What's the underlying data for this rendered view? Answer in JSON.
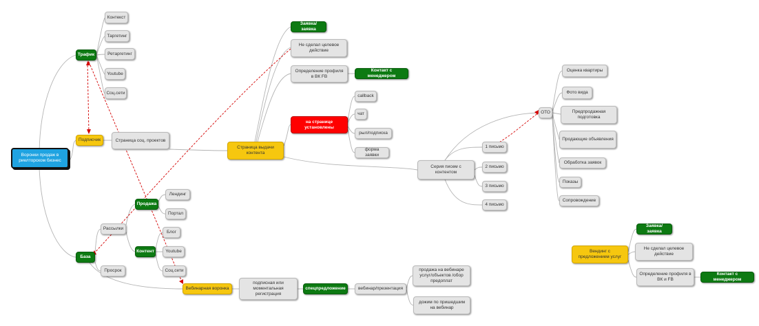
{
  "nodes": {
    "root": "Воронки продаж в риелторском бизнес",
    "traffic": "Трафик",
    "context": "Контекст",
    "targeting": "Таргетинг",
    "retargeting": "Ретаргетинг",
    "youtube_traffic": "Youtube",
    "social": "Соц.сети",
    "subscriber": "Подписчик",
    "social_pages": "Страница соц. проектов",
    "content_page": "Страница выдачи контента",
    "request_top": "Заявка/заявка",
    "no_action_top": "Не сделал целевое действие",
    "profile_vk": "Определение профиля в ВК FB",
    "contact_manager_top": "Контакт с менеджером",
    "on_page": "на странице установлены",
    "callback": "callback",
    "chat": "чат",
    "mail_subscription": "рыл/подписка",
    "request_form": "форма заявки",
    "email_series": "Серия писем с контентом",
    "letter1": "1 письмо",
    "letter2": "2 письмо",
    "letter3": "3 письмо",
    "letter4": "4 письмо",
    "oto": "ОТО",
    "apartment_eval": "Оценка квартиры",
    "photo": "Фото вида",
    "presale": "Предпродажная подготовка",
    "selling_ads": "Продающие объявления",
    "leads_processing": "Обработка заявок",
    "showings": "Показы",
    "support": "Сопровождение",
    "sales": "Продажа",
    "landing": "Лендинг",
    "portal": "Портал",
    "mailing": "Рассылки",
    "content": "Контент",
    "blog": "Блог",
    "youtube_content": "Youtube",
    "social_content": "Соц.сети",
    "base": "База",
    "overdue": "Просрок",
    "webinar_funnel": "Вебинарная воронка",
    "subscription_reg": "подписная или моментальная регистрация",
    "special_offer": "спецпредложение",
    "webinar_presentation": "вебинар/презентация",
    "sale_webinar": "продажа на вебинаре услуг/объектов /обор предоплат",
    "followup": "дожим по пришедшим на вебинар",
    "request_bottom": "Заявка/заявка",
    "no_action_bottom": "Не сделал целевое действие",
    "vending": "Вендинг с предложением услуг",
    "profile_vk_bottom": "Определение профиля в ВК и FB",
    "contact_manager_bottom": "Контакт с менеджером"
  },
  "colors": {
    "edge": "#b3b3b3",
    "dashed": "#d40000",
    "green": "#0d7a12",
    "yellow": "#f6c70f",
    "red": "#ff0000",
    "blue": "#1fa3e1"
  }
}
